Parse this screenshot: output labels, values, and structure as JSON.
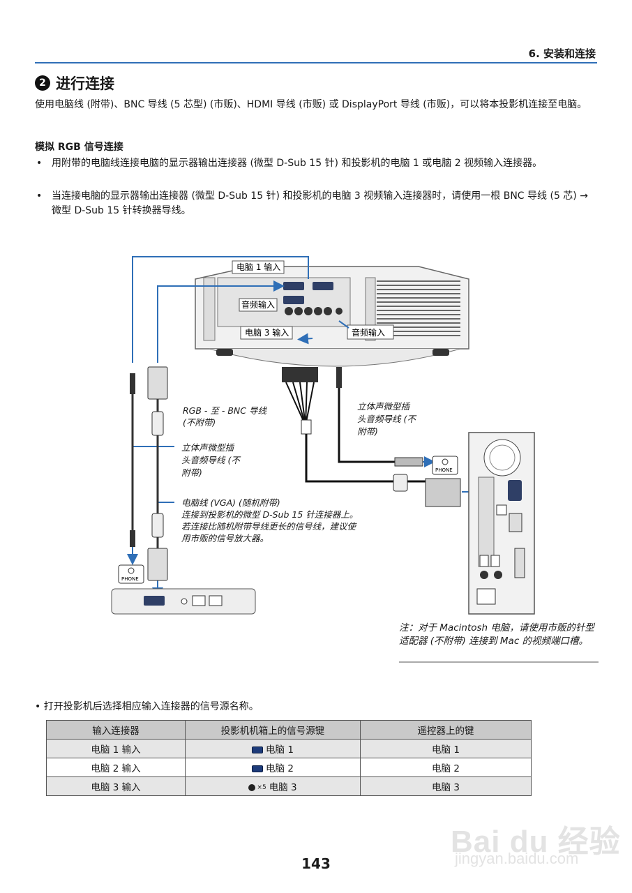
{
  "header": {
    "chapter": "6. 安装和连接"
  },
  "section": {
    "number": "❷",
    "title": "进行连接",
    "intro": "使用电脑线 (附带)、BNC 导线 (5 芯型) (市贩)、HDMI 导线 (市贩) 或 DisplayPort 导线 (市贩)，可以将本投影机连接至电脑。"
  },
  "subsection": {
    "title": "模拟 RGB 信号连接",
    "bullets": [
      "用附带的电脑线连接电脑的显示器输出连接器 (微型 D-Sub 15 针) 和投影机的电脑 1 或电脑 2 视频输入连接器。",
      "当连接电脑的显示器输出连接器 (微型 D-Sub 15 针) 和投影机的电脑 3 视频输入连接器时，请使用一根 BNC 导线 (5 芯) → 微型 D-Sub 15 针转换器导线。"
    ]
  },
  "diagram": {
    "label_pc1_in": "电脑 1 输入",
    "label_audio_in_1": "音频输入",
    "label_pc3_in": "电脑 3 输入",
    "label_audio_in_2": "音频输入",
    "rgb_bnc": [
      "RGB - 至 - BNC 导线",
      "(不附带)"
    ],
    "stereo_right": [
      "立体声微型插",
      "头音频导线 (不",
      "附带)"
    ],
    "stereo_left": [
      "立体声微型插",
      "头音频导线 (不",
      "附带)"
    ],
    "vga_cable": [
      "电脑线 (VGA) (随机附带)",
      "连接到投影机的微型 D-Sub 15 针连接器上。",
      "若连接比随机附带导线更长的信号线，建议使",
      "用市贩的信号放大器。"
    ],
    "phone_label": "PHONE"
  },
  "note": "注：对于 Macintosh 电脑，请使用市贩的针型适配器 (不附带) 连接到 Mac 的视频端口槽。",
  "selection": {
    "bullet": "打开投影机后选择相应输入连接器的信号源名称。",
    "headers": [
      "输入连接器",
      "投影机机箱上的信号源键",
      "遥控器上的键"
    ],
    "rows": [
      {
        "input": "电脑 1 输入",
        "cabinet": "电脑 1",
        "remote": "电脑 1"
      },
      {
        "input": "电脑 2 输入",
        "cabinet": "电脑 2",
        "remote": "电脑 2"
      },
      {
        "input": "电脑 3 输入",
        "cabinet": "电脑 3",
        "remote": "电脑 3"
      }
    ],
    "x5": "×5"
  },
  "page_number": "143",
  "watermark": {
    "brand": "Bai du 经验",
    "url": "jingyan.baidu.com"
  },
  "colors": {
    "accent_blue": "#2f6fb7",
    "table_header": "#c9c9c9"
  }
}
